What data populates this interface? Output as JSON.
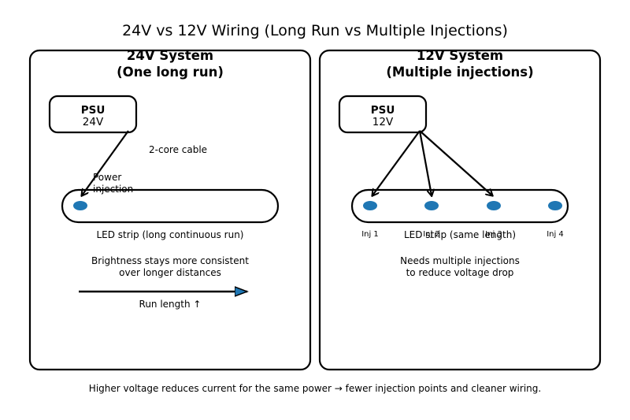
{
  "title": "24V vs 12V Wiring (Long Run vs Multiple Injections)",
  "left_panel": {
    "heading_line1": "24V System",
    "heading_line2": "(One long run)",
    "psu_label": "PSU",
    "psu_voltage": "24V",
    "cable_label": "2-core cable",
    "injection_line1": "Power",
    "injection_line2": "injection",
    "strip_label": "LED strip (long continuous run)",
    "note_line1": "Brightness stays more consistent",
    "note_line2": "over longer distances",
    "run_length_label": "Run length ↑"
  },
  "right_panel": {
    "heading_line1": "12V System",
    "heading_line2": "(Multiple injections)",
    "psu_label": "PSU",
    "psu_voltage": "12V",
    "strip_label": "LED strip (same length)",
    "injection_points": [
      "Inj 1",
      "Inj 2",
      "Inj 3",
      "Inj 4"
    ],
    "note_line1": "Needs multiple injections",
    "note_line2": "to reduce voltage drop"
  },
  "footer": "Higher voltage reduces current for the same power → fewer injection points and cleaner wiring.",
  "colors": {
    "injection_dot": "#1f77b4",
    "stroke": "#000000",
    "background": "#ffffff"
  }
}
